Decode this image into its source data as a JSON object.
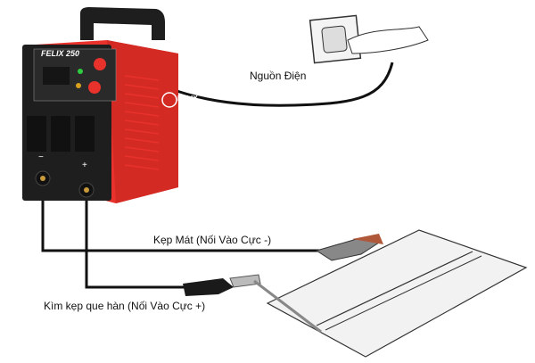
{
  "machine": {
    "model_label": "FELIX 250",
    "brand_logo": "FELIX",
    "minus_symbol": "−",
    "plus_symbol": "+"
  },
  "labels": {
    "power": "Nguồn Điện",
    "ground_clamp": "Kẹp Mát (Nối Vào Cực -)",
    "electrode_holder": "Kìm kẹp que hàn (Nối Vào Cực +)"
  },
  "colors": {
    "machine_red": "#e8322b",
    "machine_dark": "#1e1e1e",
    "cable": "#111111"
  }
}
